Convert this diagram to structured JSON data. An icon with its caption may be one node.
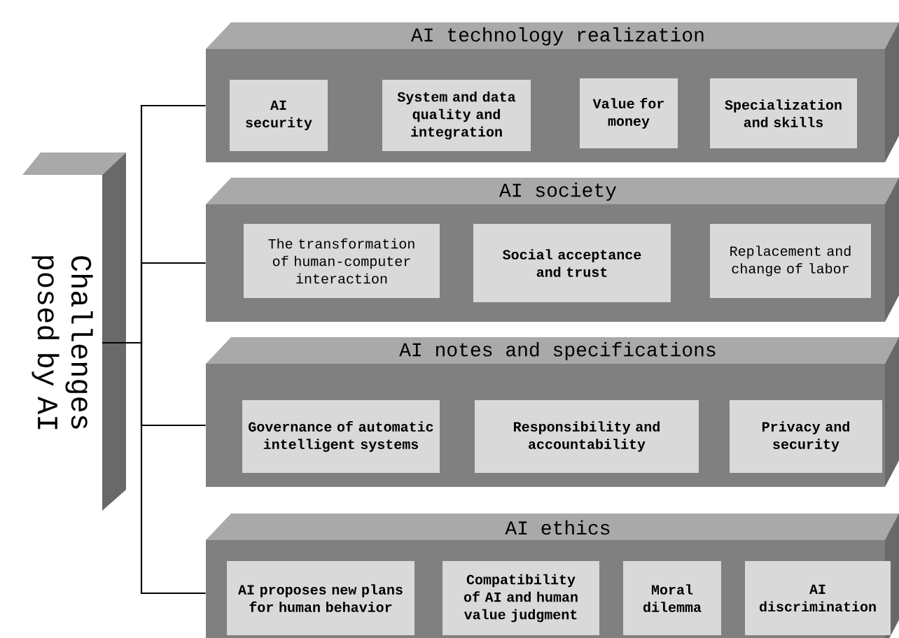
{
  "diagram": {
    "nodes": [
      {
        "text": [
          "Challenges posed by AI"
        ]
      },
      {
        "text": [
          "AI technology realization"
        ]
      },
      {
        "text": [
          "AI security"
        ],
        "in": 1
      },
      {
        "text": [
          "System and data quality and integration"
        ],
        "in": 1
      },
      {
        "text": [
          "Value for money"
        ],
        "in": 1
      },
      {
        "text": [
          "Specialization and skills"
        ],
        "in": 1
      },
      {
        "text": [
          "AI society"
        ]
      },
      {
        "text": [
          "The transformation of human-computer interaction"
        ],
        "in": 6
      },
      {
        "text": [
          "Social acceptance and trust"
        ],
        "in": 6
      },
      {
        "text": [
          "Replacement and change of labor"
        ],
        "in": 6
      },
      {
        "text": [
          "AI notes and specifications"
        ]
      },
      {
        "text": [
          "Governance of automatic intelligent systems"
        ],
        "in": 10
      },
      {
        "text": [
          "Responsibility and accountability"
        ],
        "in": 10
      },
      {
        "text": [
          "Privacy and security"
        ],
        "in": 10
      },
      {
        "text": [
          "AI ethics"
        ]
      },
      {
        "text": [
          "AI proposes new plans for human behavior"
        ],
        "in": 14
      },
      {
        "text": [
          "Compatibility of AI and human value judgment"
        ],
        "in": 14
      },
      {
        "text": [
          "Moral dilemma"
        ],
        "in": 14
      },
      {
        "text": [
          "AI discrimination"
        ],
        "in": 14
      }
    ],
    "edges": [
      {
        "from": 0,
        "to": 1,
        "arrow": "none"
      },
      {
        "from": 0,
        "to": 6,
        "arrow": "none"
      },
      {
        "from": 0,
        "to": 10,
        "arrow": "none"
      },
      {
        "from": 0,
        "to": 14,
        "arrow": "none"
      }
    ]
  }
}
